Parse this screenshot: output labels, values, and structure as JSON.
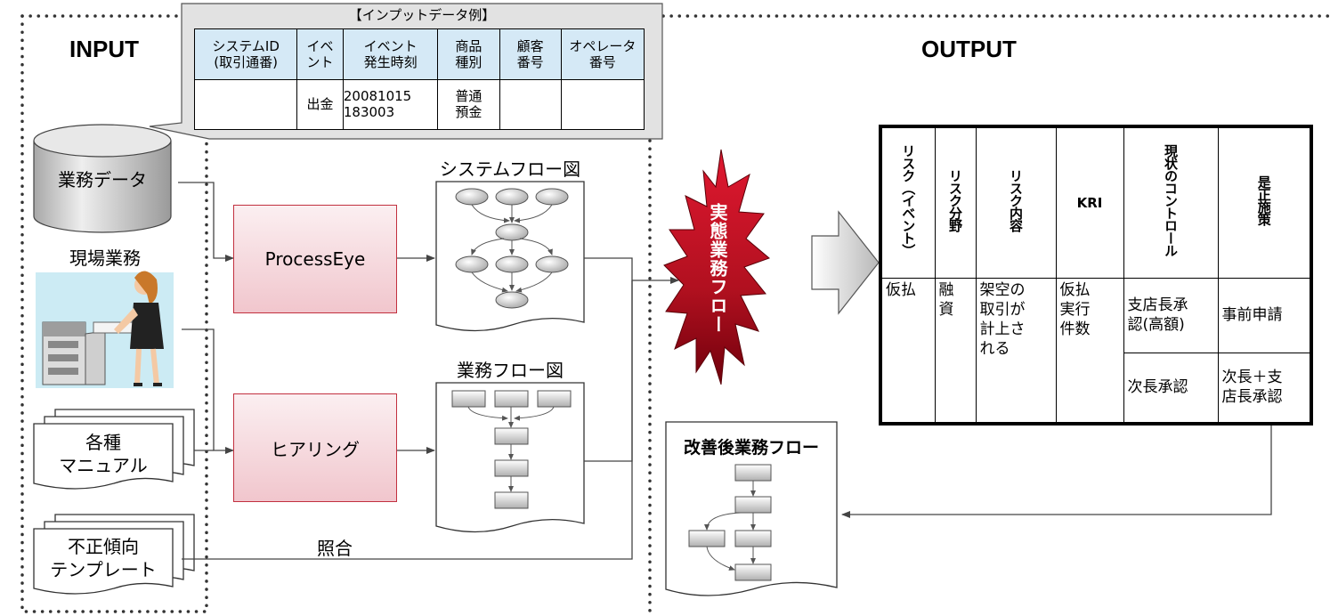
{
  "input_label": "INPUT",
  "output_label": "OUTPUT",
  "callout": {
    "title": "【インプットデータ例】",
    "headers": [
      [
        "システムID",
        "(取引通番)"
      ],
      [
        "イベ",
        "ント"
      ],
      [
        "イベント",
        "発生時刻"
      ],
      [
        "商品",
        "種別"
      ],
      [
        "顧客",
        "番号"
      ],
      [
        "オペレータ",
        "番号"
      ]
    ],
    "row": [
      [
        ""
      ],
      [
        "出金"
      ],
      [
        "20081015",
        "183003"
      ],
      [
        "普通",
        "預金"
      ],
      [
        ""
      ],
      [
        ""
      ]
    ]
  },
  "sources": {
    "business_data": "業務データ",
    "field_work": "現場業務",
    "manuals": [
      "各種",
      "マニュアル"
    ],
    "fraud_templates": [
      "不正傾向",
      "テンプレート"
    ]
  },
  "process": {
    "processeye": "ProcessEye",
    "hearing": "ヒアリング"
  },
  "docs": {
    "system_flow": "システムフロー図",
    "business_flow": "業務フロー図",
    "improved_flow": "改善後業務フロー"
  },
  "collation_label": "照合",
  "burst_label": "実態業務フロー",
  "output_table": {
    "headers": [
      "リスク（イベント）",
      "リスク分野",
      "リスク内容",
      "KRI",
      "現状のコントロール",
      "是正施策"
    ],
    "event": "仮払",
    "area": [
      "融",
      "資"
    ],
    "content": [
      "架空の",
      "取引が",
      "計上さ",
      "れる"
    ],
    "kri": [
      "仮払",
      "実行",
      "件数"
    ],
    "controls": [
      {
        "control": [
          "支店長承",
          "認(高額)"
        ],
        "measure": [
          "事前申請"
        ]
      },
      {
        "control": [
          "次長承認"
        ],
        "measure": [
          "次長＋支",
          "店長承認"
        ]
      }
    ]
  }
}
